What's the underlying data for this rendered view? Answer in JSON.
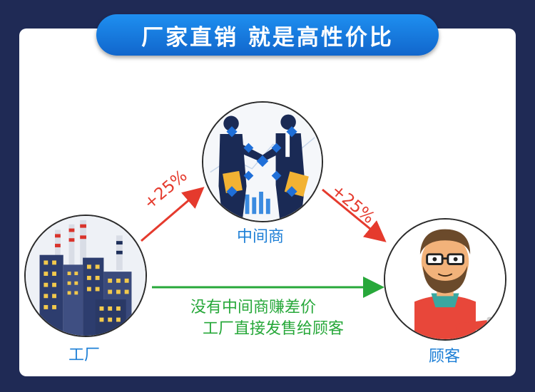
{
  "banner": {
    "title": "厂家直销 就是高性价比"
  },
  "nodes": {
    "factory": {
      "label": "工厂"
    },
    "middleman": {
      "label": "中间商"
    },
    "customer": {
      "label": "顾客"
    }
  },
  "arrows": {
    "to_middleman": {
      "label": "+25%"
    },
    "to_customer": {
      "label": "+25%"
    },
    "direct": {
      "line1": "没有中间商赚差价",
      "line2": "工厂直接发售给顾客"
    }
  },
  "colors": {
    "background": "#1f2a55",
    "banner": "#1577dd",
    "label_blue": "#1d7fd6",
    "markup_red": "#e53a2d",
    "direct_green": "#27a83a"
  }
}
